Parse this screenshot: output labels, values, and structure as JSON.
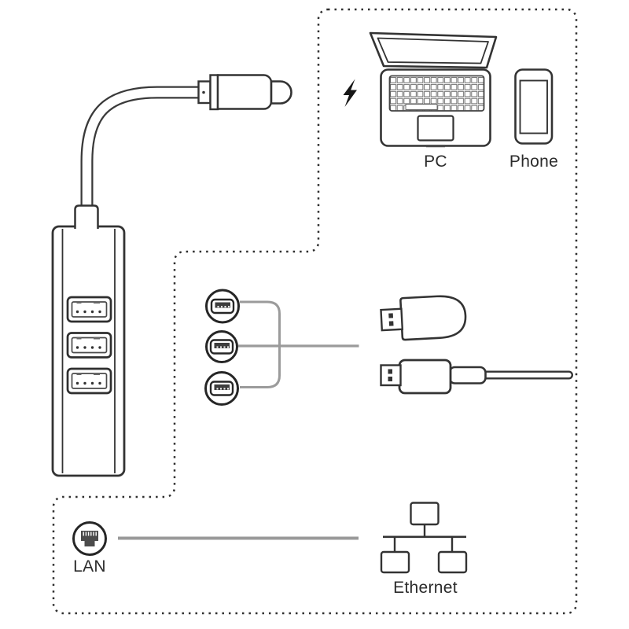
{
  "labels": {
    "pc": "PC",
    "phone": "Phone",
    "lan": "LAN",
    "ethernet": "Ethernet"
  },
  "icons": {
    "charging": "lightning-bolt-icon",
    "computer": "laptop-icon",
    "mobile": "phone-icon",
    "hub": "usb-hub-3-port-icon",
    "hub_plug": "usb-c-connector-icon",
    "hub_port": "usb-a-port-icon",
    "breakout_port": "usb-a-socket-circle-icon",
    "receiver": "usb-dongle-icon",
    "usb_cable": "usb-cable-icon",
    "lan_port": "rj45-lan-port-icon",
    "network": "ethernet-network-icon"
  },
  "colors": {
    "background": "#ffffff",
    "line": "#333333",
    "dash": "#2e2e2e",
    "connector_line": "#999999",
    "text": "#2b2b2b",
    "port_fill": "#3d3d3d"
  }
}
